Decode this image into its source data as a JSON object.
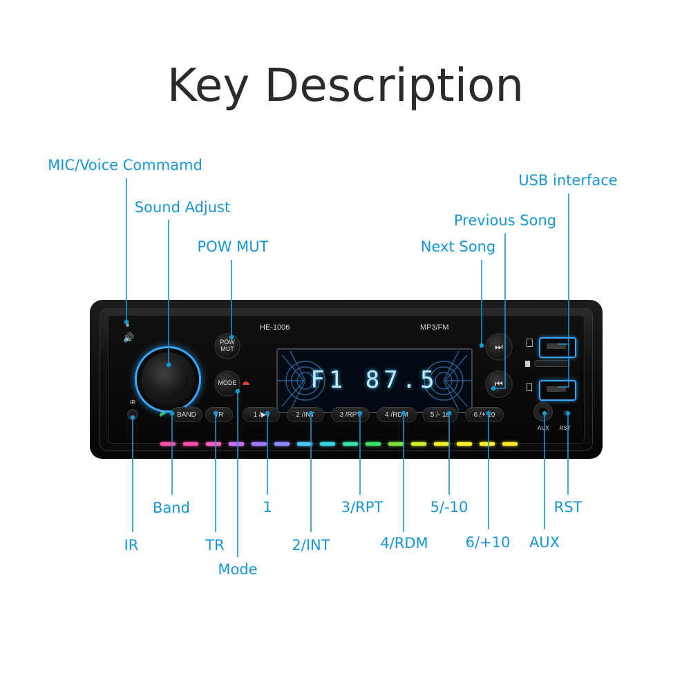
{
  "title": "Key Description",
  "device": {
    "model": "HE-1006",
    "mode_label": "MP3/FM",
    "display_reading": "F1 87.5",
    "buttons": {
      "pow_mut": "POW\nMUT",
      "mode": "MODE",
      "band": "BAND",
      "tr": "TR",
      "b1": "1 /▶‖",
      "b2": "2 /INT",
      "b3": "3 /RPT",
      "b4": "4 /RDM",
      "b5": "5 /- 10",
      "b6": "6 /+ 10",
      "next": "⏭",
      "prev": "⏮"
    },
    "port_labels": {
      "ir": "IR",
      "aux": "AUX",
      "rst": "RST"
    },
    "led_colors": [
      "#ff4fa8",
      "#ff4fa8",
      "#ff5fc0",
      "#d070ff",
      "#a07bff",
      "#8a8bff",
      "#4fc7ff",
      "#35d8e0",
      "#38e0a8",
      "#3fe06a",
      "#7ae03c",
      "#c9ee2a",
      "#f0f02a",
      "#fff02a",
      "#fff02a",
      "#ffe82a"
    ]
  },
  "callouts": {
    "mic": "MIC/Voice Commamd",
    "sound": "Sound Adjust",
    "pow": "POW MUT",
    "usb": "USB interface",
    "prev": "Previous Song",
    "next": "Next Song",
    "band": "Band",
    "b1": "1",
    "b3": "3/RPT",
    "b5": "5/-10",
    "rst": "RST",
    "ir": "IR",
    "tr": "TR",
    "b2": "2/INT",
    "b4": "4/RDM",
    "b6": "6/+10",
    "aux": "AUX",
    "mode": "Mode"
  },
  "colors": {
    "accent": "#1596d3",
    "title": "#2b2b2b",
    "glow": "#3aa8ff"
  }
}
